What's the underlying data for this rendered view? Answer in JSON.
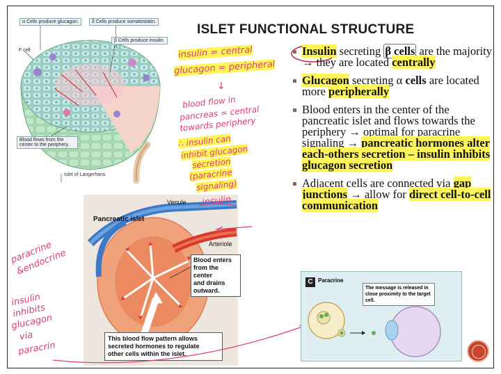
{
  "title": "ISLET FUNCTIONAL STRUCTURE",
  "fig1": {
    "alpha": "α Cells produce glucagon.",
    "delta": "δ Cells produce somatostatin.",
    "beta": "β Cells produce insulin.",
    "fcell": "F cell",
    "blood": "Blood flows from the center to the periphery.",
    "caption": "Islet of Langerhans"
  },
  "notes": {
    "n1": "insulin = central",
    "n2": "glucagon = peripheral",
    "n3": "blood flow in",
    "n4": "pancreas = central",
    "n5": "towards periphery",
    "n6": "∴ insulin can",
    "n7": "inhibit glucagon",
    "n8": "secretion",
    "n9": "(paracrine",
    "n10": "signaling)",
    "insulin": "insulin",
    "l1": "paracrine",
    "l2": "&endocrine",
    "l3": "insulin",
    "l4": "inhibits",
    "l5": "glucagon",
    "l6": "via",
    "l7": "paracrin"
  },
  "fig2": {
    "title": "Pancreatic islet",
    "venule": "Venule",
    "arteriole": "Arteriole",
    "enter1": "Blood enters",
    "enter2": "from the",
    "enter3": "center",
    "enter4": "and drains",
    "enter5": "outward.",
    "pat1": "This blood flow pattern allows",
    "pat2": "secreted hormones to regulate",
    "pat3": "other cells within the islet."
  },
  "fig3": {
    "letter": "C",
    "label": "Paracrine",
    "msg": "The message is released in close proximity to the target cell."
  },
  "bullets": {
    "b1_insulin": "Insulin",
    "b1_secreting": " secreting ",
    "b1_beta": "β cells",
    "b1_rest": " are the majority → they are located ",
    "b1_centrally": "centrally",
    "b2_glucagon": "Glucagon",
    "b2_mid": " secreting α ",
    "b2_cells": "cells",
    "b2_rest": " are located more ",
    "b2_peripherally": "peripherally",
    "b3_text": "Blood enters in the center of the pancreatic islet and flows towards the periphery → optimal for paracrine signaling → ",
    "b3_bold": "pancreatic hormones alter each-others secretion – insulin inhibits glucagon secretion",
    "b4_text": "Adjacent cells are connected via ",
    "b4_gap": "gap junctions",
    "b4_mid": " → allow for ",
    "b4_bold": "direct cell-to-cell communication"
  },
  "colors": {
    "highlight": "#fff45a",
    "ink": "#e13b74",
    "accent": "#c8452b"
  }
}
